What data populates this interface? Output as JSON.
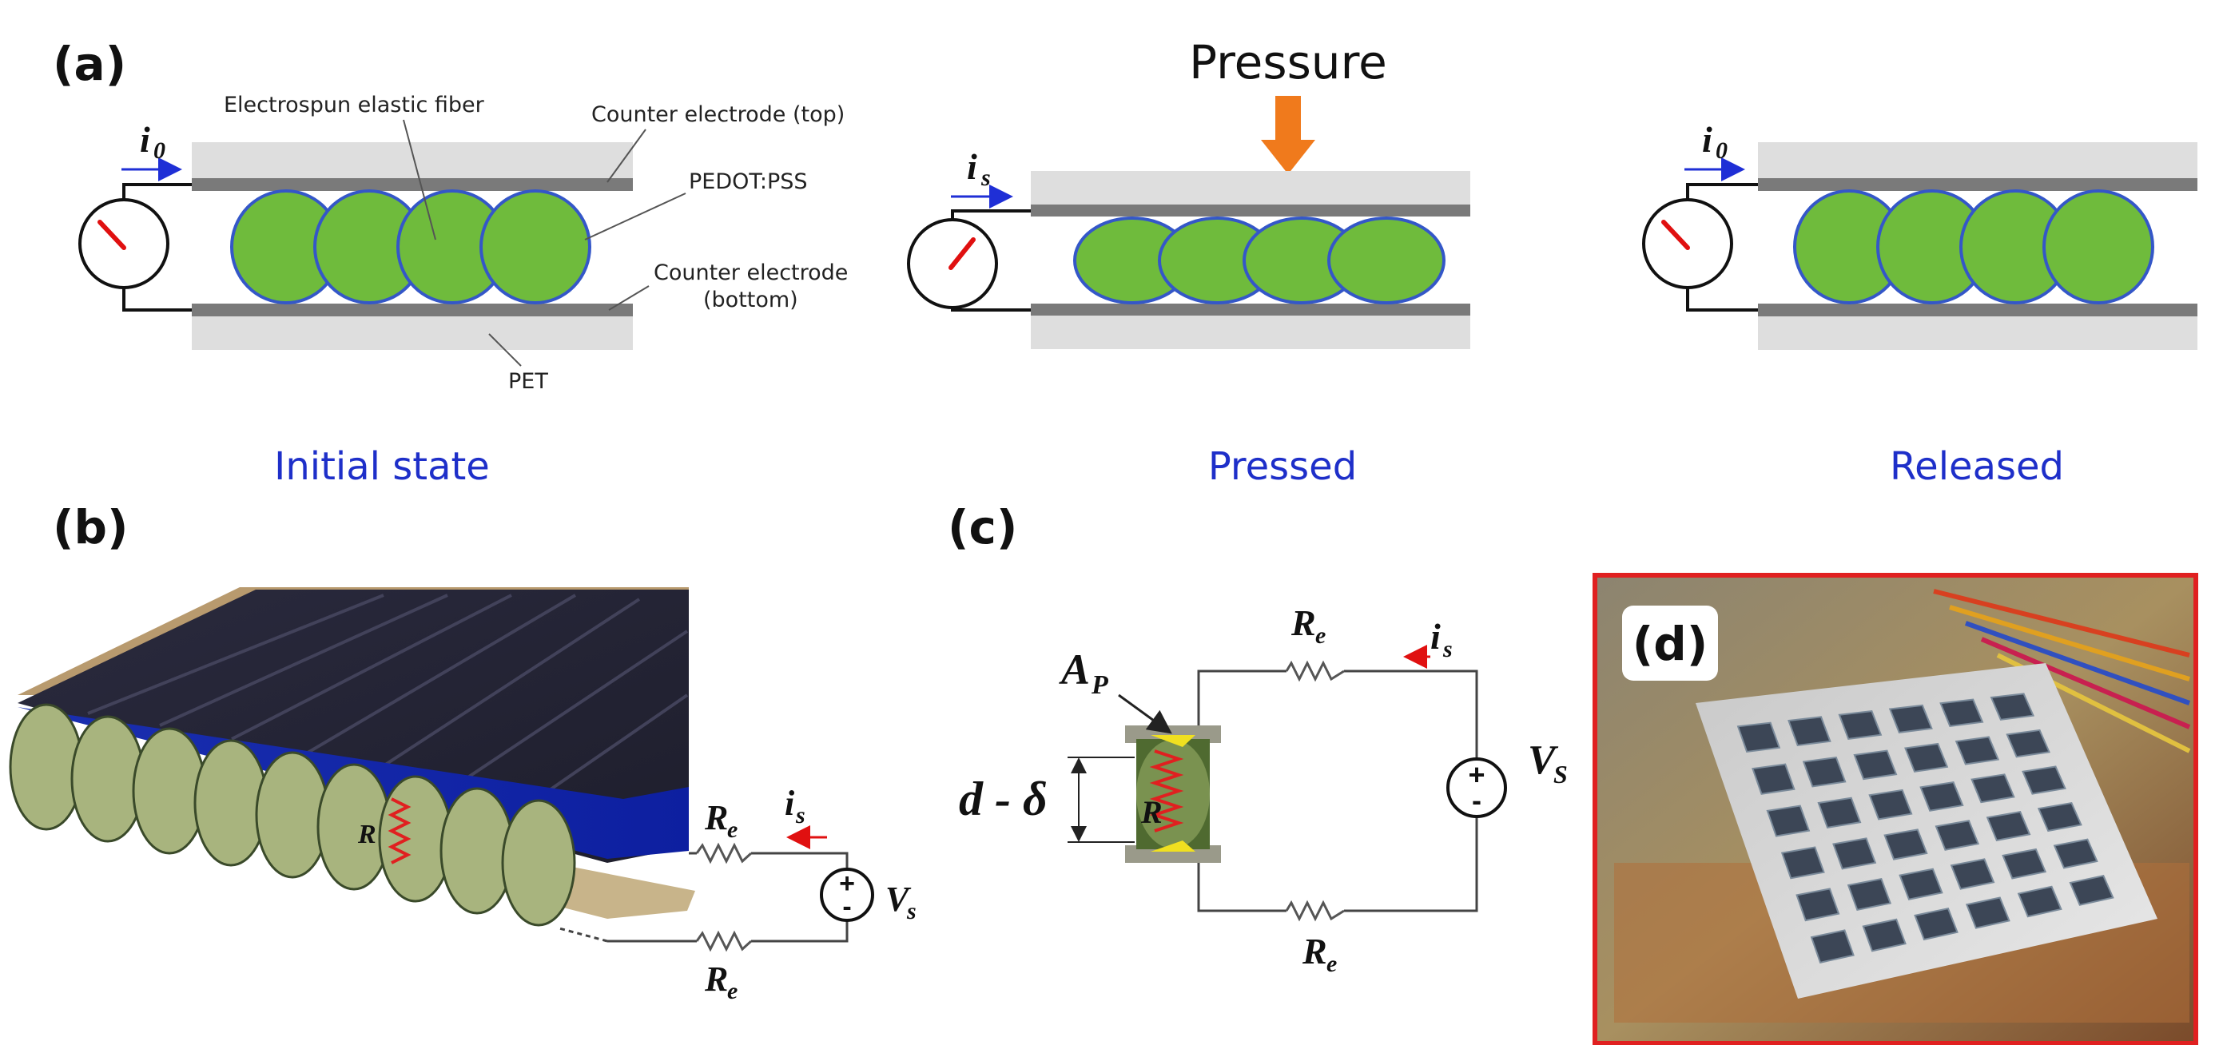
{
  "panels": {
    "a": {
      "label": "(a)",
      "fiber_label": "Electrospun elastic fiber",
      "top_electrode_label": "Counter electrode (top)",
      "coating_label": "PEDOT:PSS",
      "bottom_electrode_label_line1": "Counter electrode",
      "bottom_electrode_label_line2": "(bottom)",
      "substrate_label": "PET",
      "pressure_label": "Pressure",
      "states": {
        "initial": "Initial state",
        "pressed": "Pressed",
        "released": "Released"
      },
      "currents": {
        "initial": {
          "symbol": "i",
          "subscript": "0"
        },
        "pressed": {
          "symbol": "i",
          "subscript": "s"
        },
        "released": {
          "symbol": "i",
          "subscript": "0"
        }
      }
    },
    "b": {
      "label": "(b)",
      "resistor_label": "R",
      "re_top": {
        "symbol": "R",
        "subscript": "e"
      },
      "re_bottom": {
        "symbol": "R",
        "subscript": "e"
      },
      "current": {
        "symbol": "i",
        "subscript": "s"
      },
      "source": {
        "symbol": "V",
        "subscript": "s"
      },
      "source_plus": "+",
      "source_minus": "-"
    },
    "c": {
      "label": "(c)",
      "area": {
        "symbol": "A",
        "subscript": "P"
      },
      "gap_label": "d - δ",
      "resistor_label": "R",
      "re_top": {
        "symbol": "R",
        "subscript": "e"
      },
      "re_bottom": {
        "symbol": "R",
        "subscript": "e"
      },
      "current": {
        "symbol": "i",
        "subscript": "s"
      },
      "source": {
        "symbol": "V",
        "subscript": "S"
      },
      "source_plus": "+",
      "source_minus": "-"
    },
    "d": {
      "label": "(d)",
      "grid_rows": 6,
      "grid_cols": 6,
      "frame_color": "#e02020"
    }
  },
  "colors": {
    "state_label": "#1e2fc9",
    "fiber": "#6fbb3c",
    "coating_outline": "#3457c8",
    "pressure_arrow": "#f07a1c",
    "needle": "#e01010",
    "current_arrow_a": "#1f2fd6",
    "current_arrow_bc": "#e01010"
  }
}
